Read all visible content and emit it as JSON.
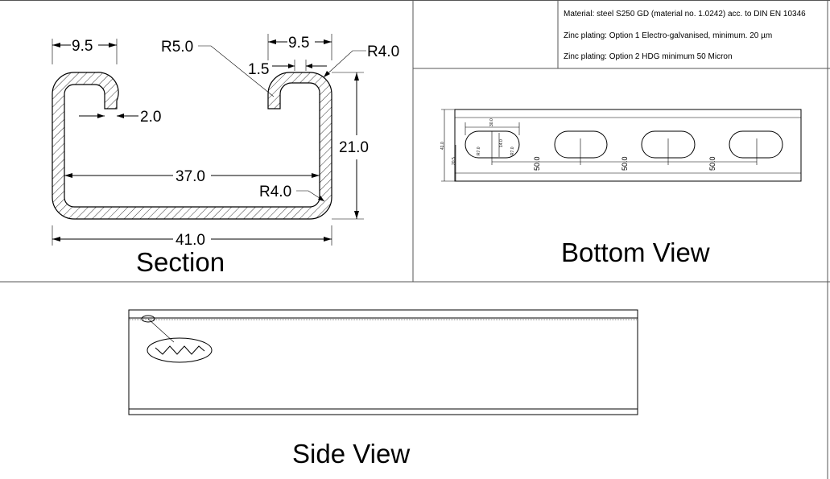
{
  "notes": [
    "Material: steel S250 GD (material no. 1.0242) acc. to DIN EN 10346",
    "Zinc plating: Option 1 Electro-galvanised, minimum. 20 µm",
    "Zinc plating: Option 2 HDG minimum 50 Micron"
  ],
  "views": {
    "section_title": "Section",
    "bottom_title": "Bottom View",
    "side_title": "Side View"
  },
  "section_dims": {
    "left_lip": "9.5",
    "right_lip": "9.5",
    "radius_outer_top": "R5.0",
    "radius_top_right": "R4.0",
    "thickness": "1.5",
    "gap": "2.0",
    "height": "21.0",
    "inner_width": "37.0",
    "radius_bottom": "R4.0",
    "overall_width": "41.0"
  },
  "bottom_dims": {
    "slot_length": "30.0",
    "slot_width": "14.0",
    "slot_r_left": "R7.0",
    "slot_r_right": "R7.0",
    "overall_height": "41.0",
    "half_height": "20.5",
    "pitch_1": "50.0",
    "pitch_2": "50.0",
    "pitch_3": "50.0"
  }
}
